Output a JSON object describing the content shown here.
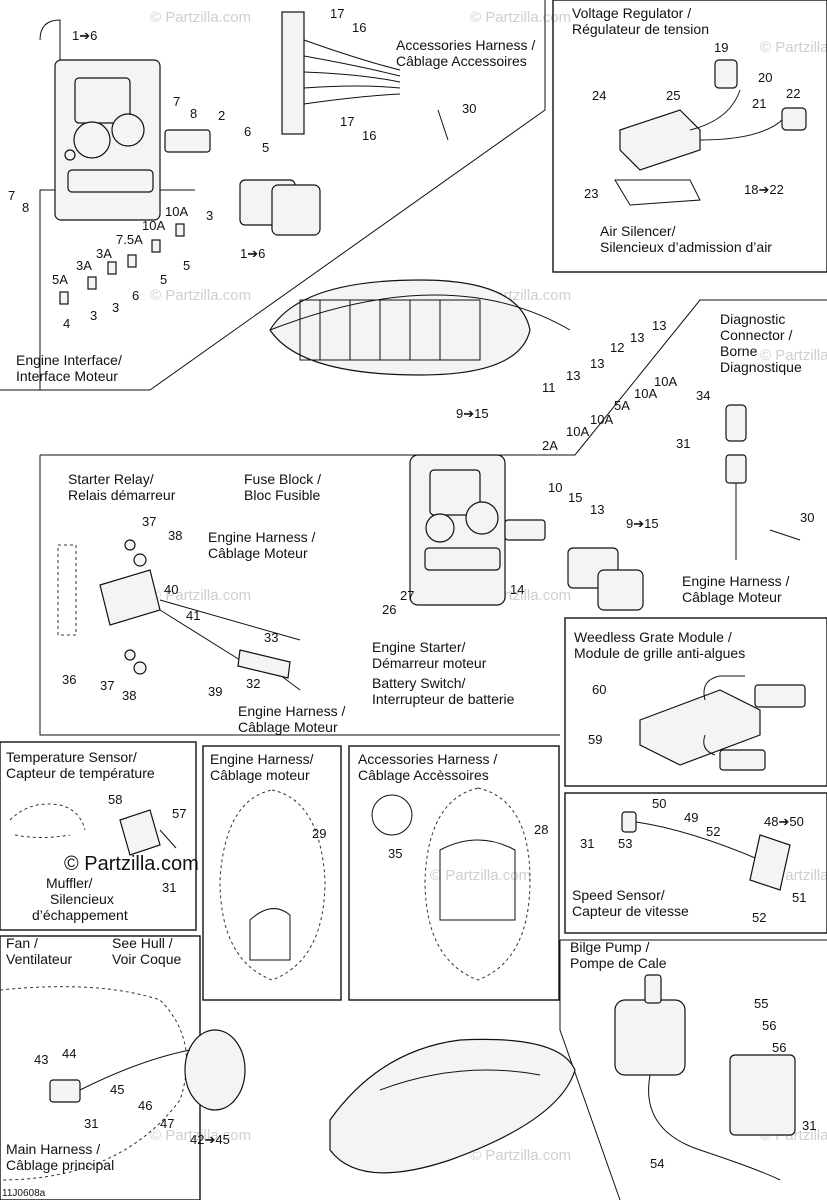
{
  "watermark": "© Partzilla.com",
  "big_watermark": "© Partzilla.com",
  "figure_code": "11J0608a",
  "drop_icon": "drop-icon",
  "panels": {
    "voltage_regulator": {
      "title_en": "Voltage Regulator /",
      "title_fr": "Régulateur de tension",
      "sub_en": "Air Silencer/",
      "sub_fr": "Silencieux d’admission d’air"
    },
    "engine_interface": {
      "title_en": "Engine Interface/",
      "title_fr": "Interface Moteur"
    },
    "diagnostic": {
      "l1": "Diagnostic",
      "l2": "Connector /",
      "l3": "Borne",
      "l4": "Diagnostique",
      "harness_en": "Engine Harness /",
      "harness_fr": "Câblage Moteur"
    },
    "starter": {
      "relay_en": "Starter Relay/",
      "relay_fr": "Relais démarreur",
      "fuse_en": "Fuse Block /",
      "fuse_fr": "Bloc Fusible",
      "eh1_en": "Engine Harness /",
      "eh1_fr": "Câblage Moteur",
      "es_en": "Engine Starter/",
      "es_fr": "Démarreur moteur",
      "bs_en": "Battery Switch/",
      "bs_fr": "Interrupteur de batterie",
      "eh2_en": "Engine Harness /",
      "eh2_fr": "Câblage Moteur"
    },
    "weedless": {
      "title_en": "Weedless Grate Module /",
      "title_fr": "Module de grille anti-algues"
    },
    "speed": {
      "title_en": "Speed Sensor/",
      "title_fr": "Capteur de vitesse"
    },
    "temperature": {
      "title_en": "Temperature Sensor/",
      "title_fr": "Capteur de température",
      "muffler_en": "Muffler/",
      "muffler_fr1": "Silencieux",
      "muffler_fr2": "d’échappement"
    },
    "engine_harness": {
      "title_en": "Engine Harness/",
      "title_fr": "Câblage moteur"
    },
    "acc_harness": {
      "title_en": "Accessories Harness /",
      "title_fr": "Câblage Accèssoires"
    },
    "fan": {
      "title_en": "Fan /",
      "title_fr": "Ventilateur",
      "hull_en": "See Hull /",
      "hull_fr": "Voir Coque",
      "main_en": "Main Harness /",
      "main_fr": "Câblage principal"
    },
    "bilge": {
      "title_en": "Bilge Pump /",
      "title_fr": "Pompe de Cale"
    },
    "top_acc": {
      "en": "Accessories Harness /",
      "fr": "Câblage Accessoires"
    }
  },
  "callouts": {
    "c1to6": "1➔6",
    "c1to6b": "1➔6",
    "c9to15": "9➔15",
    "c9to15b": "9➔15",
    "c18to22": "18➔22",
    "c42to45": "42➔45",
    "c48to50": "48➔50",
    "n2": "2",
    "n3": "3",
    "n4": "4",
    "n5": "5",
    "n6": "6",
    "n7": "7",
    "n8": "8",
    "n10": "10",
    "n11": "11",
    "n12": "12",
    "n13": "13",
    "n14": "14",
    "n15": "15",
    "n16": "16",
    "n17": "17",
    "n19": "19",
    "n20": "20",
    "n21": "21",
    "n22": "22",
    "n23": "23",
    "n24": "24",
    "n25": "25",
    "n26": "26",
    "n27": "27",
    "n28": "28",
    "n29": "29",
    "n30": "30",
    "n31": "31",
    "n32": "32",
    "n33": "33",
    "n34": "34",
    "n35": "35",
    "n36": "36",
    "n37": "37",
    "n38": "38",
    "n39": "39",
    "n40": "40",
    "n41": "41",
    "n43": "43",
    "n44": "44",
    "n45": "45",
    "n46": "46",
    "n47": "47",
    "n49": "49",
    "n50": "50",
    "n51": "51",
    "n52": "52",
    "n53": "53",
    "n54": "54",
    "n55": "55",
    "n56": "56",
    "n57": "57",
    "n58": "58",
    "n59": "59",
    "n60": "60",
    "a2": "2A",
    "a3": "3A",
    "a5": "5A",
    "a75": "7.5A",
    "a10": "10A"
  }
}
